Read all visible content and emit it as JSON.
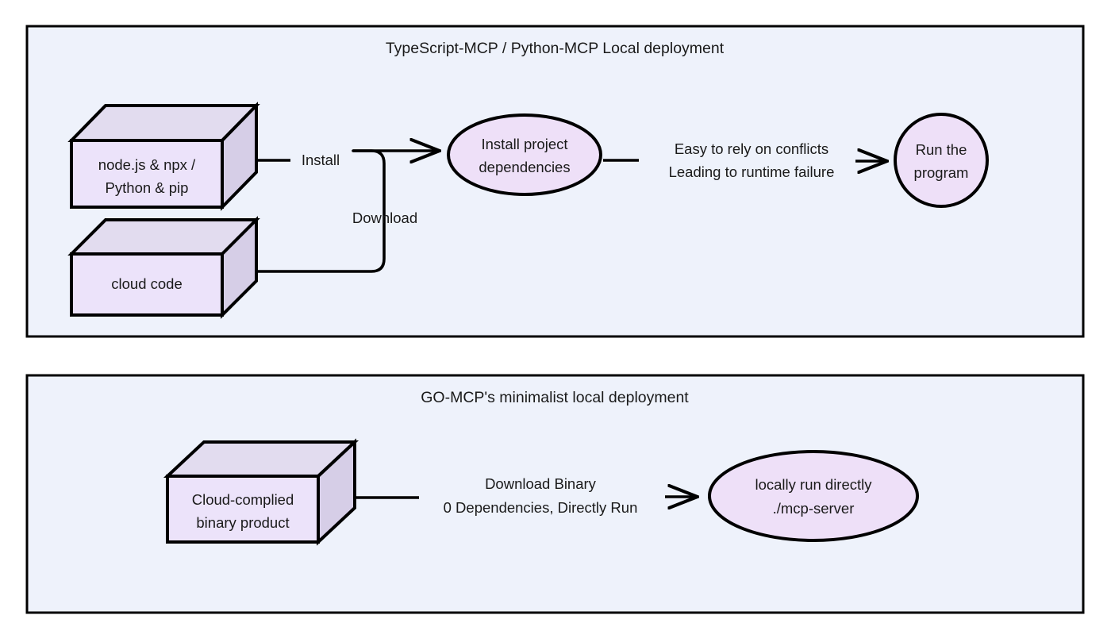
{
  "colors": {
    "panel_background": "#eef2fb",
    "panel_border": "#000000",
    "box_front": "#ece3fa",
    "box_top": "#e2dcef",
    "box_side": "#d6cee7",
    "ellipse_fill": "#eee0f8",
    "stroke": "#000000",
    "text": "#1a1a1a",
    "page_background": "#ffffff"
  },
  "panels": [
    {
      "id": "typescript-python-mcp",
      "title": "TypeScript-MCP / Python-MCP Local deployment",
      "nodes": {
        "runtime_box": {
          "line1": "node.js & npx /",
          "line2": "Python & pip"
        },
        "cloud_code_box": {
          "line1": "cloud code"
        },
        "install_ellipse": {
          "line1": "Install project",
          "line2": "dependencies"
        },
        "run_circle": {
          "line1": "Run the",
          "line2": "program"
        }
      },
      "edges": {
        "install": "Install",
        "download": "Download",
        "conflicts_line1": "Easy to rely on conflicts",
        "conflicts_line2": "Leading to runtime failure"
      }
    },
    {
      "id": "go-mcp",
      "title": "GO-MCP's minimalist local deployment",
      "nodes": {
        "binary_box": {
          "line1": "Cloud-complied",
          "line2": "binary product"
        },
        "run_ellipse": {
          "line1": "locally run directly",
          "line2": "./mcp-server"
        }
      },
      "edges": {
        "download_line1": "Download Binary",
        "download_line2": "0 Dependencies, Directly Run"
      }
    }
  ]
}
